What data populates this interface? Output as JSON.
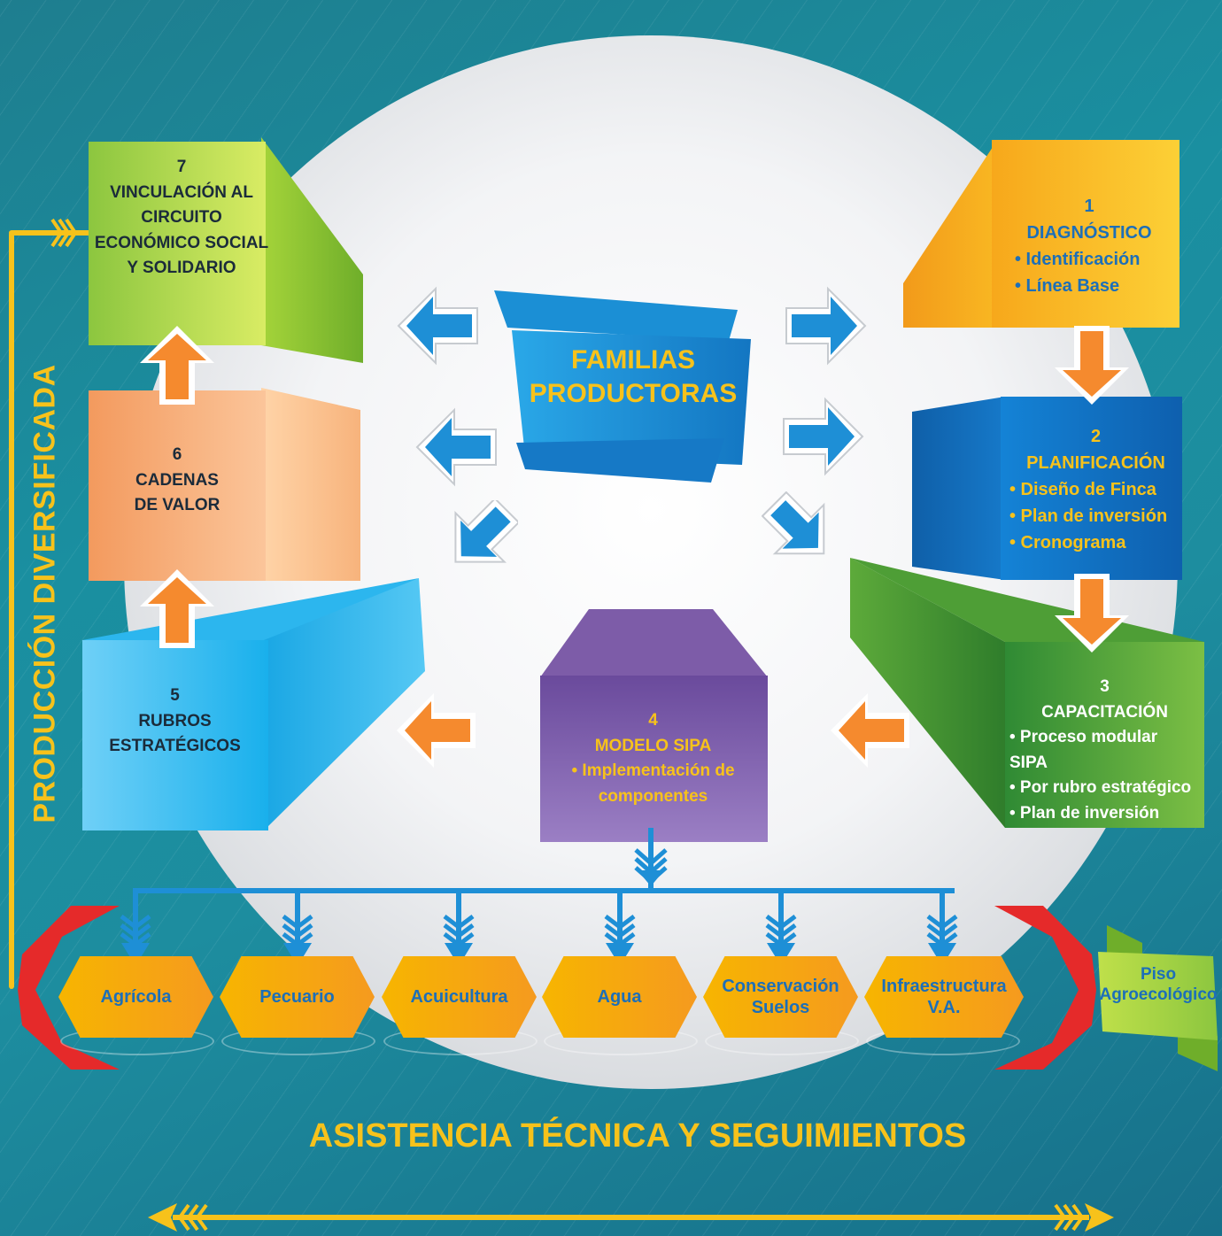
{
  "center": {
    "line1": "FAMILIAS",
    "line2": "PRODUCTORAS"
  },
  "steps": {
    "s1": {
      "number": "1",
      "title": "DIAGNÓSTICO",
      "items": [
        "• Identificación",
        "• Línea Base"
      ]
    },
    "s2": {
      "number": "2",
      "title": "PLANIFICACIÓN",
      "items": [
        "• Diseño de Finca",
        "• Plan de inversión",
        "• Cronograma"
      ]
    },
    "s3": {
      "number": "3",
      "title": "CAPACITACIÓN",
      "items": [
        "• Proceso modular SIPA",
        "• Por rubro estratégico",
        "• Plan de inversión"
      ]
    },
    "s4": {
      "number": "4",
      "title": "MODELO SIPA",
      "items": [
        "• Implementación de",
        "componentes"
      ]
    },
    "s5": {
      "number": "5",
      "lines": [
        "RUBROS",
        "ESTRATÉGICOS"
      ]
    },
    "s6": {
      "number": "6",
      "lines": [
        "CADENAS",
        "DE VALOR"
      ]
    },
    "s7": {
      "number": "7",
      "lines": [
        "VINCULACIÓN AL",
        "CIRCUITO",
        "ECONÓMICO SOCIAL",
        "Y SOLIDARIO"
      ]
    }
  },
  "components": [
    {
      "label": "Agrícola"
    },
    {
      "label": "Pecuario"
    },
    {
      "label": "Acuicultura"
    },
    {
      "label": "Agua"
    },
    {
      "label": "Conservación Suelos"
    },
    {
      "label": "Infraestructura V.A."
    }
  ],
  "side_label": "PRODUCCIÓN DIVERSIFICADA",
  "bottom_label": "ASISTENCIA TÉCNICA Y SEGUIMIENTOS",
  "floor_ribbon": {
    "line1": "Piso",
    "line2": "Agroecológico"
  },
  "colors": {
    "step1": "#f7a81b",
    "step2": "#1473c9",
    "step3": "#3f9a3a",
    "step4": "#7d5ca8",
    "step5": "#2cb6ee",
    "step6": "#f6a06d",
    "step7": "#a8d53a",
    "arrow_blue": "#1e8fd6",
    "arrow_orange": "#f58a2e",
    "accent_yellow": "#f7c21b"
  }
}
